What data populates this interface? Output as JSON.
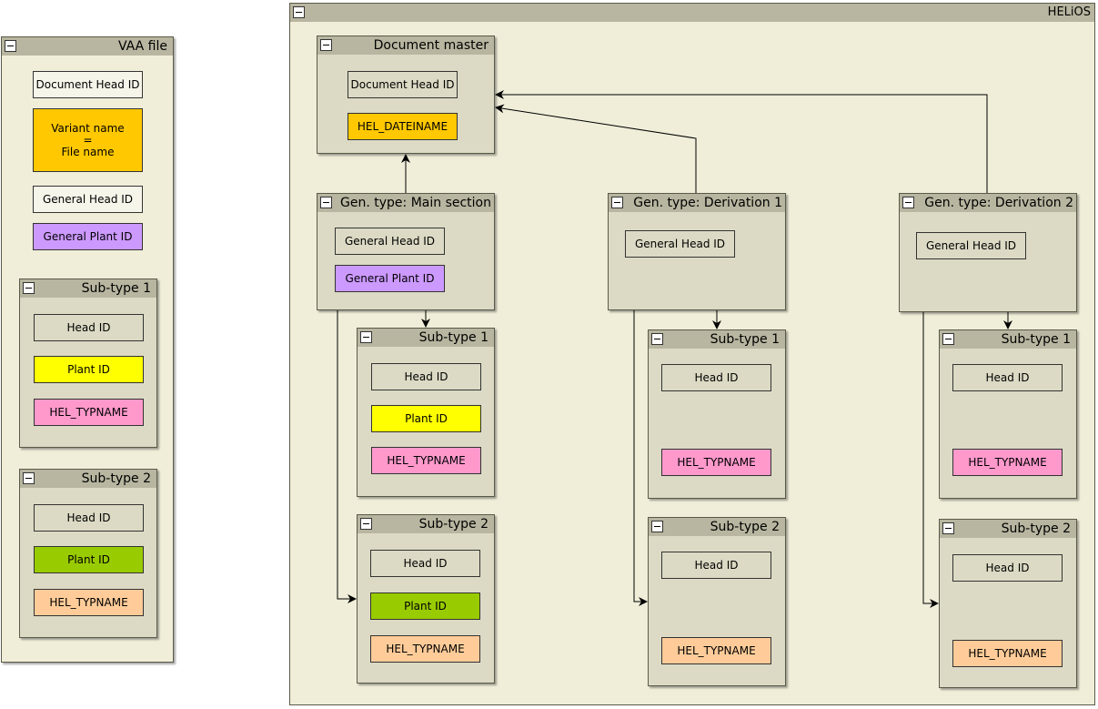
{
  "vaa": {
    "title": "VAA file",
    "document_head_id": "Document Head ID",
    "variant_name": "Variant name",
    "equals": "=",
    "file_name": "File name",
    "general_head_id": "General Head ID",
    "general_plant_id": "General Plant ID",
    "subtype1": {
      "title": "Sub-type 1",
      "head_id": "Head ID",
      "plant_id": "Plant ID",
      "typname": "HEL_TYPNAME"
    },
    "subtype2": {
      "title": "Sub-type 2",
      "head_id": "Head ID",
      "plant_id": "Plant ID",
      "typname": "HEL_TYPNAME"
    }
  },
  "helios": {
    "title": "HELiOS",
    "document_master": {
      "title": "Document master",
      "document_head_id": "Document Head ID",
      "dateiname": "HEL_DATEINAME"
    },
    "main": {
      "title": "Gen. type: Main section",
      "general_head_id": "General Head ID",
      "general_plant_id": "General Plant ID",
      "subtype1": {
        "title": "Sub-type 1",
        "head_id": "Head ID",
        "plant_id": "Plant ID",
        "typname": "HEL_TYPNAME"
      },
      "subtype2": {
        "title": "Sub-type 2",
        "head_id": "Head ID",
        "plant_id": "Plant ID",
        "typname": "HEL_TYPNAME"
      }
    },
    "deriv1": {
      "title": "Gen. type: Derivation 1",
      "general_head_id": "General Head ID",
      "subtype1": {
        "title": "Sub-type 1",
        "head_id": "Head ID",
        "typname": "HEL_TYPNAME"
      },
      "subtype2": {
        "title": "Sub-type 2",
        "head_id": "Head ID",
        "typname": "HEL_TYPNAME"
      }
    },
    "deriv2": {
      "title": "Gen. type: Derivation 2",
      "general_head_id": "General Head ID",
      "subtype1": {
        "title": "Sub-type 1",
        "head_id": "Head ID",
        "typname": "HEL_TYPNAME"
      },
      "subtype2": {
        "title": "Sub-type 2",
        "head_id": "Head ID",
        "typname": "HEL_TYPNAME"
      }
    }
  },
  "colors": {
    "window_bg": "#f0eed9",
    "card_bg": "#dcdac4",
    "titlebar": "#b8b6a0",
    "orange": "#ffc800",
    "purple": "#cc99ff",
    "yellow": "#ffff00",
    "pink": "#ff99cc",
    "green": "#99cc00",
    "peach": "#ffcc99"
  }
}
